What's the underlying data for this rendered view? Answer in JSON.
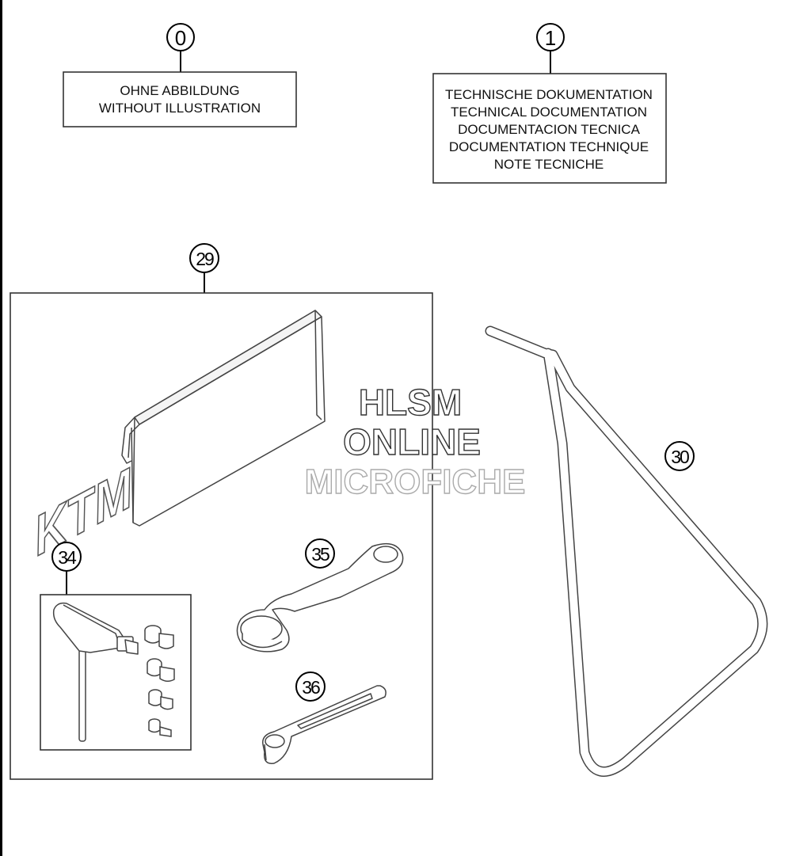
{
  "callouts": {
    "c0": "0",
    "c1": "1",
    "c29": "29",
    "c30": "30",
    "c34": "34",
    "c35": "35",
    "c36": "36"
  },
  "boxes": {
    "no_illustration": [
      "OHNE ABBILDUNG",
      "WITHOUT ILLUSTRATION"
    ],
    "technical_documentation": [
      "TECHNISCHE DOKUMENTATION",
      "TECHNICAL DOCUMENTATION",
      "DOCUMENTACION TECNICA",
      "DOCUMENTATION TECHNIQUE",
      "NOTE TECNICHE"
    ]
  },
  "logo_text": "KTM",
  "watermark": [
    "HLSM",
    "ONLINE",
    "MICROFICHE"
  ]
}
